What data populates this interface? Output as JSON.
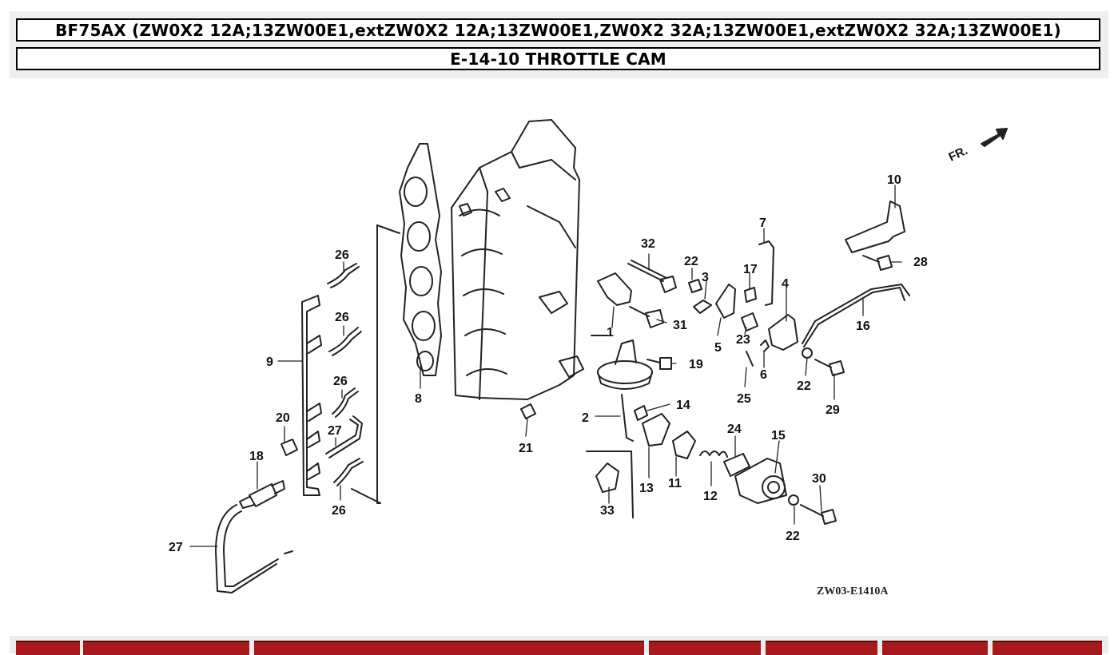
{
  "header": {
    "model_line": "BF75AX (ZW0X2 12A;13ZW00E1,extZW0X2 12A;13ZW00E1,ZW0X2 32A;13ZW00E1,extZW0X2 32A;13ZW00E1)",
    "section_line": "E-14-10 THROTTLE CAM"
  },
  "diagram": {
    "direction_label": "FR.",
    "drawing_code": "ZW03-E1410A",
    "callouts": {
      "c1": "1",
      "c2": "2",
      "c3": "3",
      "c4": "4",
      "c5": "5",
      "c6": "6",
      "c7": "7",
      "c8": "8",
      "c9": "9",
      "c10": "10",
      "c11": "11",
      "c12": "12",
      "c13": "13",
      "c14": "14",
      "c15": "15",
      "c16": "16",
      "c17": "17",
      "c18": "18",
      "c19": "19",
      "c20": "20",
      "c21": "21",
      "c22a": "22",
      "c22b": "22",
      "c22c": "22",
      "c23": "23",
      "c24": "24",
      "c25": "25",
      "c26a": "26",
      "c26b": "26",
      "c26c": "26",
      "c26d": "26",
      "c27a": "27",
      "c27b": "27",
      "c28": "28",
      "c29": "29",
      "c30": "30",
      "c31": "31",
      "c32": "32",
      "c33": "33"
    }
  },
  "footer": {
    "cell_count": 7,
    "accent_color": "#a8191d"
  }
}
